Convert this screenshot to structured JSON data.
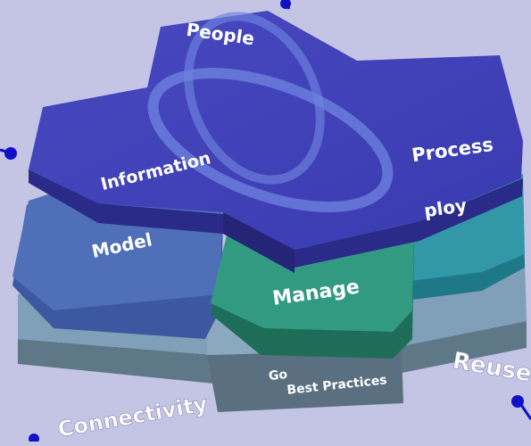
{
  "top_layer": {
    "people": "People",
    "information": "Information",
    "process": "Process"
  },
  "middle_layer": {
    "model": "Model",
    "deploy": "ploy",
    "manage": "Manage"
  },
  "bottom_layer": {
    "gov": "Go",
    "best_practices": "Best Practices"
  },
  "outer_labels": {
    "connectivity": "Connectivity",
    "reuse": "Reuse"
  },
  "colors": {
    "background": "#c4c4e4",
    "top_face": "#4040b8",
    "model_face": "#4f6fb8",
    "deploy_face": "#3298a8",
    "manage_face": "#339a82",
    "base_face": "#7fa0b8",
    "connector": "#1010c8"
  }
}
